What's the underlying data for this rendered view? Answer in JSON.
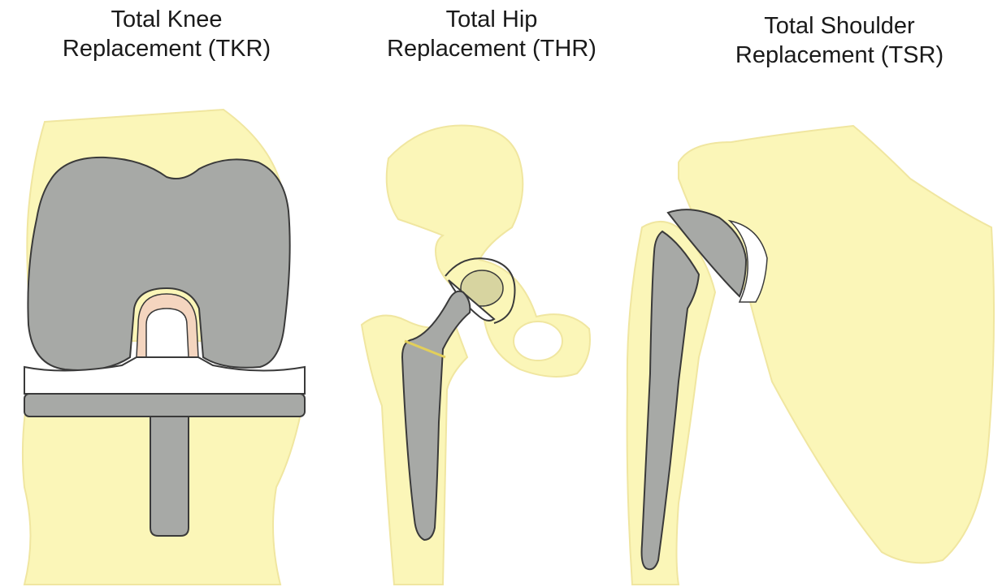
{
  "panels": [
    {
      "id": "knee",
      "title_line1": "Total Knee",
      "title_line2": "Replacement (TKR)"
    },
    {
      "id": "hip",
      "title_line1": "Total Hip",
      "title_line2": "Replacement (THR)"
    },
    {
      "id": "shoulder",
      "title_line1": "Total Shoulder",
      "title_line2": "Replacement (TSR)"
    }
  ],
  "colors": {
    "bone": "#fbf6b8",
    "bone_edge": "#efe59a",
    "implant_metal": "#a7a9a6",
    "implant_outline": "#3a3a3a",
    "polyethylene": "#ffffff",
    "cartilage_pink": "#f4d5bf",
    "cement_yellow": "#f2e27a"
  }
}
